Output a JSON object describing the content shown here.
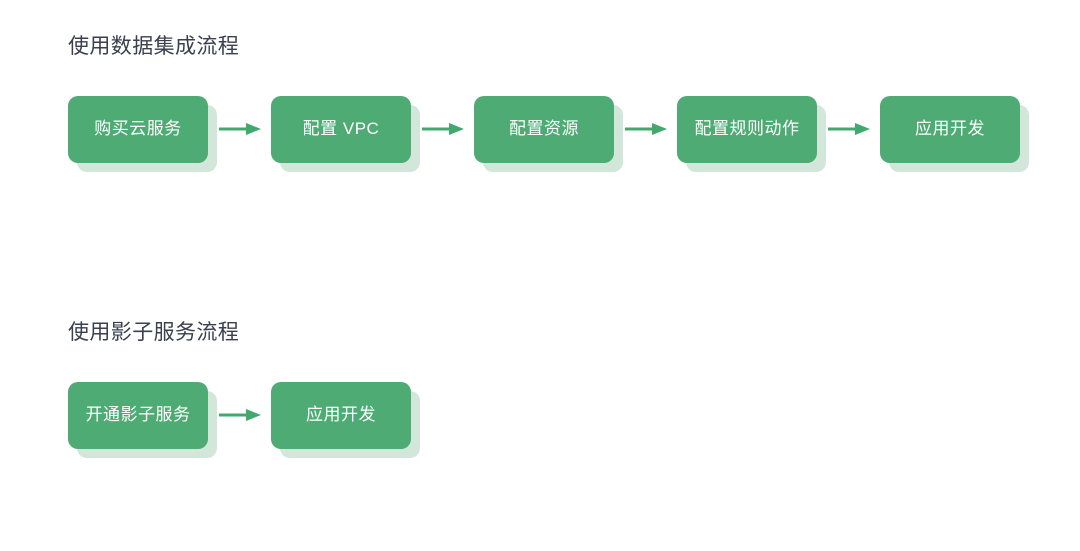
{
  "page": {
    "background_color": "#ffffff",
    "node_fill_color": "#4dab73",
    "node_shadow_color": "#d2e6da",
    "node_text_color": "#ffffff",
    "arrow_color": "#41a86f",
    "title_color": "#3a404d"
  },
  "sections": [
    {
      "id": "data-integration-flow",
      "title": "使用数据集成流程",
      "nodes": [
        {
          "label": "购买云服务"
        },
        {
          "label": "配置 VPC"
        },
        {
          "label": "配置资源"
        },
        {
          "label": "配置规则动作"
        },
        {
          "label": "应用开发"
        }
      ],
      "connector": "arrow-right-icon"
    },
    {
      "id": "shadow-service-flow",
      "title": "使用影子服务流程",
      "nodes": [
        {
          "label": "开通影子服务"
        },
        {
          "label": "应用开发"
        }
      ],
      "connector": "arrow-right-icon"
    }
  ]
}
